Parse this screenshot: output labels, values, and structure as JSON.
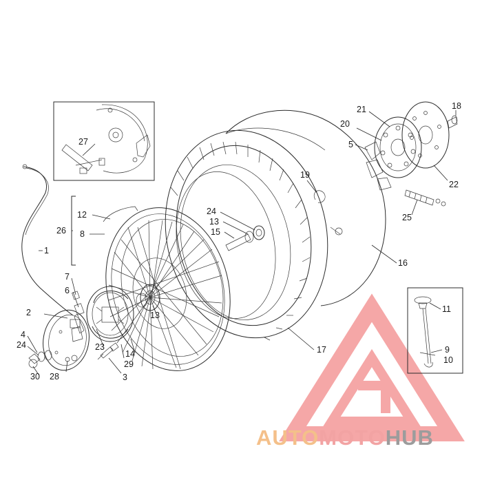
{
  "callouts": {
    "c1": "1",
    "c2": "2",
    "c3": "3",
    "c4": "4",
    "c5": "5",
    "c6": "6",
    "c7": "7",
    "c8": "8",
    "c9": "9",
    "c10": "10",
    "c11": "11",
    "c12": "12",
    "c13a": "13",
    "c13b": "13",
    "c14": "14",
    "c15": "15",
    "c16": "16",
    "c17": "17",
    "c18": "18",
    "c19": "19",
    "c20": "20",
    "c21": "21",
    "c22": "22",
    "c23": "23",
    "c24a": "24",
    "c24b": "24",
    "c25": "25",
    "c26": "26",
    "c27": "27",
    "c28": "28",
    "c29": "29",
    "c30": "30"
  },
  "watermark": {
    "part1": "AUTO",
    "part2": "MOTO",
    "part3": "HUB",
    "colors": {
      "part1": "#f4c08a",
      "part2": "#f2a3a3",
      "part3": "#9c9c9c",
      "triangle": "#f28a8a"
    }
  }
}
